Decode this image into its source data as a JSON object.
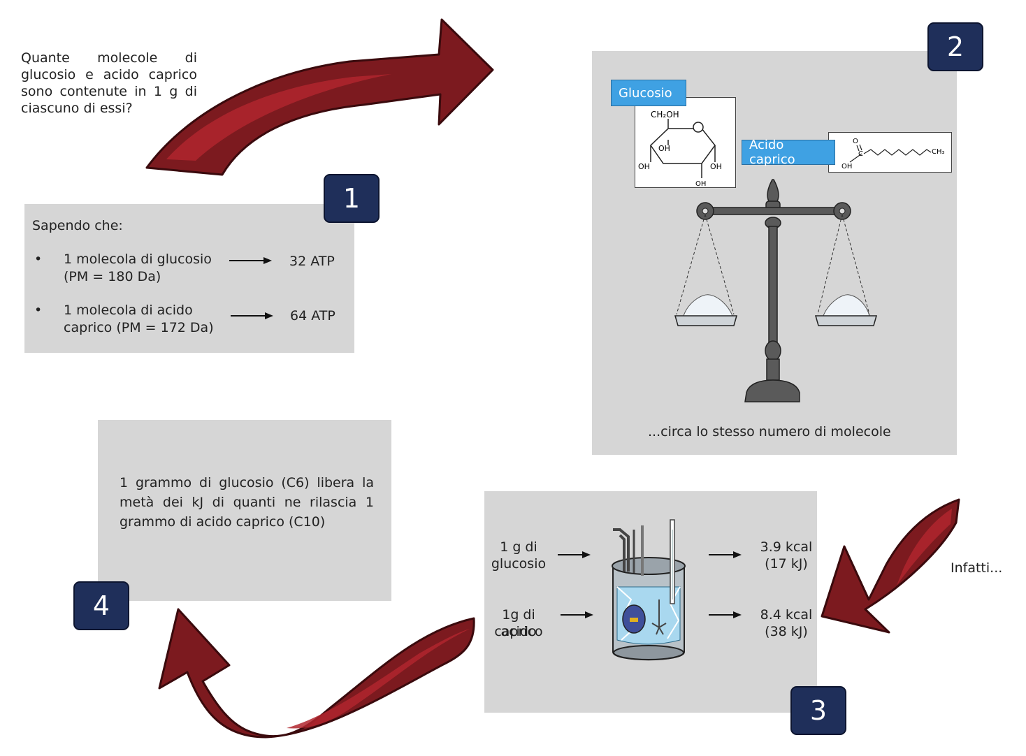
{
  "question": "Quante molecole di glucosio e acido caprico sono contenute in 1 g  di ciascuno di essi?",
  "step1": {
    "badge": "1",
    "intro": "Sapendo che:",
    "bullets": [
      {
        "bullet": "•",
        "line1": "1 molecola di glucosio",
        "line2": "(PM = 180 Da)",
        "result": "32 ATP"
      },
      {
        "bullet": "•",
        "line1": "1 molecola di acido",
        "line2": "caprico (PM = 172 Da)",
        "result": "64 ATP"
      }
    ]
  },
  "step2": {
    "badge": "2",
    "glucose_label": "Glucosio",
    "caprico_label": "Acido caprico",
    "glucose_groups": {
      "ch2oh": "CH₂OH",
      "oh_center": "OH",
      "oh_left": "OH",
      "oh_right": "OH",
      "oh_bottom": "OH"
    },
    "caprico_groups": {
      "o": "O",
      "c": "C",
      "oh": "OH",
      "ch3": "CH₃"
    },
    "caption": "...circa lo stesso numero di molecole"
  },
  "step3": {
    "badge": "3",
    "rows": [
      {
        "input_line1": "1 g di",
        "input_line2": "glucosio",
        "output_line1": "3.9 kcal",
        "output_line2": "(17 kJ)"
      },
      {
        "input_line1": "1g di acido",
        "input_line2": "caprico",
        "output_line1": "8.4 kcal",
        "output_line2": "(38 kJ)"
      }
    ],
    "side_note": "Infatti..."
  },
  "step4": {
    "badge": "4",
    "text": "1 grammo di glucosio (C6) libera la metà dei kJ di quanti ne rilascia 1 grammo di acido caprico (C10)"
  },
  "colors": {
    "arrow": "#7c1a1f",
    "arrow_highlight": "#b0262e",
    "badge": "#1f2f5a",
    "panel": "#d6d6d6",
    "label": "#3fa1e3"
  },
  "icons": [
    "curved-arrow",
    "balance-scale",
    "calorimeter"
  ]
}
